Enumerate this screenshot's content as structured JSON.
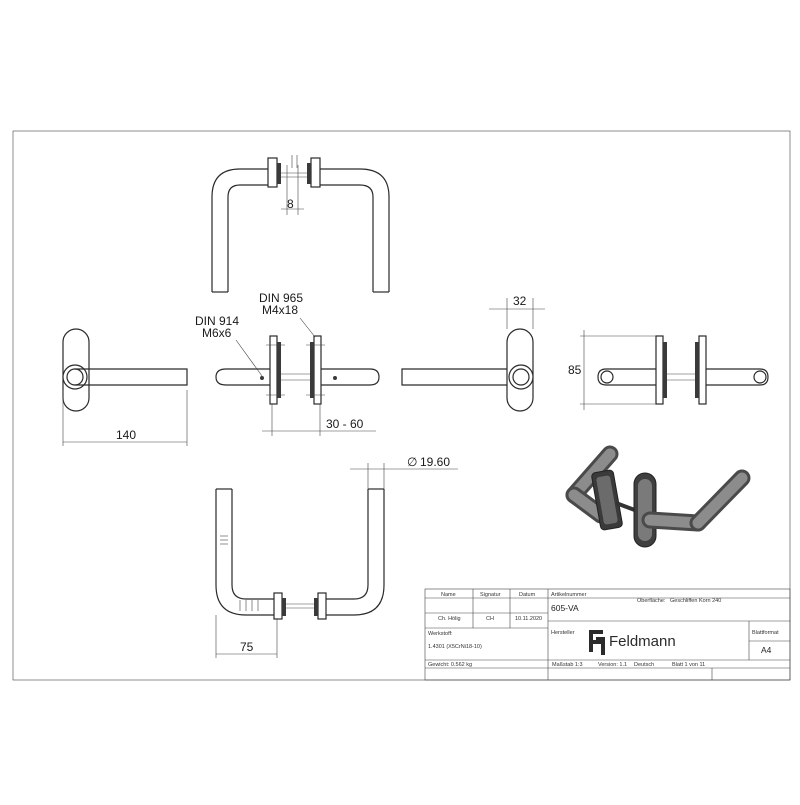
{
  "dimensions": {
    "rose_gap": "8",
    "din914_line1": "DIN 914",
    "din914_line2": "M6x6",
    "din965_line1": "DIN 965",
    "din965_line2": "M4x18",
    "rose_width": "32",
    "rose_height": "85",
    "lever_length": "140",
    "door_range": "30 - 60",
    "diameter": "19.60",
    "diameter_symbol": "∅",
    "offset": "75"
  },
  "title_block": {
    "header": {
      "name": "Name",
      "signature": "Signatur",
      "date": "Datum",
      "article_label": "Artikelnummer",
      "surface_label": "Oberfläche:",
      "surface_value": "Geschliffen Korn 240"
    },
    "row1": {
      "name": "Ch. Hölig",
      "signature": "CH",
      "date": "10.11.2020",
      "article_number": "605-VA"
    },
    "material_label": "Werkstoff:",
    "manufacturer_label": "Hersteller",
    "sheet_format_label": "Blattformat",
    "material_value": "1.4301 (X5CrNi18-10)",
    "sheet_format_value": "A4",
    "weight": "Gewicht: 0.562 kg",
    "scale": "Maßstab 1:3",
    "version": "Version: 1.1",
    "language": "Deutsch",
    "sheet": "Blatt 1 von 11",
    "brand": "Feldmann"
  },
  "colors": {
    "line": "#2a2a2a",
    "border": "#444444",
    "fill_dark": "#3a3a3a"
  },
  "icons": {
    "logo": "feldmann-logo-icon"
  }
}
